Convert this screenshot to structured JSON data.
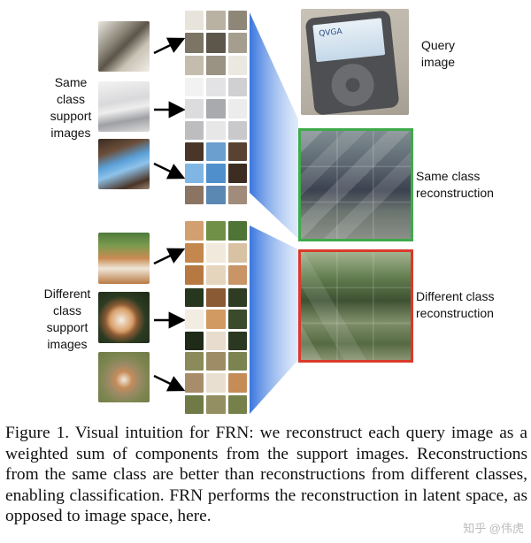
{
  "labels": {
    "same_support": [
      "Same",
      "class",
      "support",
      "images"
    ],
    "different_support": [
      "Different",
      "class",
      "support",
      "images"
    ],
    "query": [
      "Query",
      "image"
    ],
    "same_recon": [
      "Same class",
      "reconstruction"
    ],
    "different_recon": [
      "Different class",
      "reconstruction"
    ]
  },
  "colors": {
    "same_border": "#3eaa4a",
    "different_border": "#d93a2b",
    "projection": "#3a7ee0"
  },
  "query_screen_text": "QVGA",
  "caption": "Figure 1. Visual intuition for FRN: we reconstruct each query image as a weighted sum of components from the support images. Reconstructions from the same class are better than reconstructions from different classes, enabling classification. FRN performs the reconstruction in latent space, as opposed to image space, here.",
  "watermark": "知乎 @伟虎"
}
